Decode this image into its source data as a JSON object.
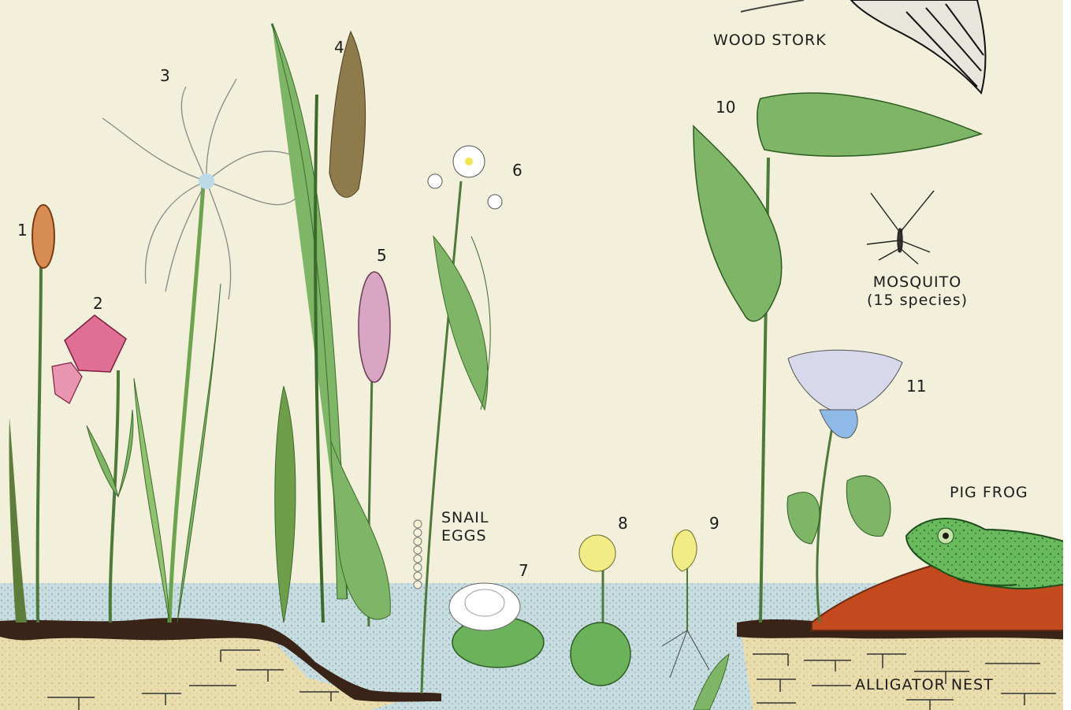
{
  "labels": {
    "wood_stork": "WOOD STORK",
    "mosquito": "MOSQUITO",
    "mosquito_note": "(15 species)",
    "pig_frog": "PIG FROG",
    "snail_eggs_line1": "SNAIL",
    "snail_eggs_line2": "EGGS",
    "alligator_nest": "ALLIGATOR NEST"
  },
  "numbers": [
    "1",
    "2",
    "3",
    "4",
    "5",
    "6",
    "7",
    "8",
    "9",
    "10",
    "11"
  ],
  "colors": {
    "background": "#f2f0da",
    "water": "#c7dde0",
    "sand": "#e8dcae",
    "mud": "#3a2418",
    "leaf_green": "#7fb566",
    "alligator_nest_mound": "#c24a1e",
    "pink_flower": "#e06f95",
    "yellow_flower": "#f1ec86",
    "frog_green": "#66b85a"
  }
}
